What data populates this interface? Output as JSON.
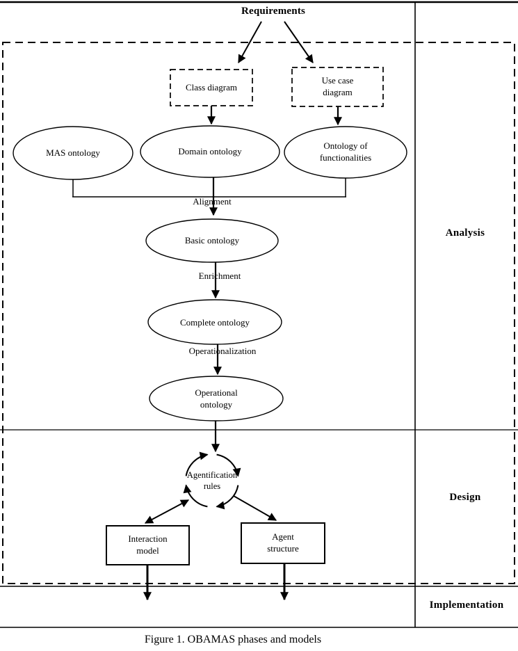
{
  "diagram": {
    "root": "Requirements",
    "inputs": {
      "class_diagram": "Class diagram",
      "use_case_diagram": "Use case diagram"
    },
    "ontologies": {
      "mas": "MAS ontology",
      "domain": "Domain ontology",
      "functionalities": "Ontology of functionalities",
      "basic": "Basic ontology",
      "complete": "Complete ontology",
      "operational": "Operational ontology"
    },
    "processes": {
      "alignment": "Alignment",
      "enrichment": "Enrichment",
      "operationalization": "Operationalization"
    },
    "design_nodes": {
      "agentification_rules": "Agentification rules",
      "interaction_model": "Interaction model",
      "agent_structure": "Agent structure"
    },
    "phases": {
      "analysis": "Analysis",
      "design": "Design",
      "implementation": "Implementation"
    },
    "caption": "Figure 1. OBAMAS phases and models"
  },
  "colors": {
    "ink": "#000000",
    "background": "#ffffff"
  }
}
